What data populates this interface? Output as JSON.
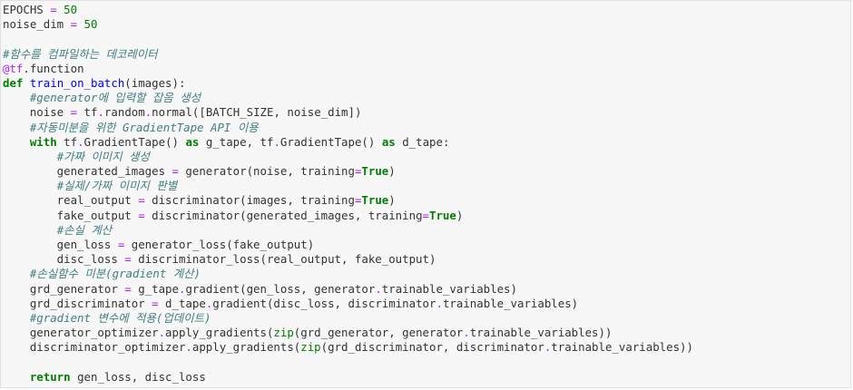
{
  "colors": {
    "keyword": "#008000",
    "number": "#008000",
    "operator": "#aa22ff",
    "comment": "#408080",
    "function_name": "#0000ff",
    "decorator": "#aa22ff",
    "builtin": "#008000",
    "text": "#333333",
    "background": "#f7f7f7"
  },
  "code_lines": [
    [
      {
        "t": "EPOCHS ",
        "k": "plain"
      },
      {
        "t": "=",
        "k": "op"
      },
      {
        "t": " ",
        "k": "plain"
      },
      {
        "t": "50",
        "k": "num"
      }
    ],
    [
      {
        "t": "noise_dim ",
        "k": "plain"
      },
      {
        "t": "=",
        "k": "op"
      },
      {
        "t": " ",
        "k": "plain"
      },
      {
        "t": "50",
        "k": "num"
      }
    ],
    [],
    [
      {
        "t": "#함수를 컴파일하는 데코레이터",
        "k": "comment"
      }
    ],
    [
      {
        "t": "@tf",
        "k": "deco"
      },
      {
        "t": ".function",
        "k": "plain"
      }
    ],
    [
      {
        "t": "def",
        "k": "kw"
      },
      {
        "t": " ",
        "k": "plain"
      },
      {
        "t": "train_on_batch",
        "k": "fn"
      },
      {
        "t": "(images):",
        "k": "plain"
      }
    ],
    [
      {
        "t": "    ",
        "k": "plain"
      },
      {
        "t": "#generator에 입력할 잡음 생성",
        "k": "comment"
      }
    ],
    [
      {
        "t": "    noise ",
        "k": "plain"
      },
      {
        "t": "=",
        "k": "op"
      },
      {
        "t": " tf",
        "k": "plain"
      },
      {
        "t": ".",
        "k": "op"
      },
      {
        "t": "random",
        "k": "plain"
      },
      {
        "t": ".",
        "k": "op"
      },
      {
        "t": "normal([BATCH_SIZE, noise_dim])",
        "k": "plain"
      }
    ],
    [
      {
        "t": "    ",
        "k": "plain"
      },
      {
        "t": "#자동미분을 위한 GradientTape API 이용",
        "k": "comment"
      }
    ],
    [
      {
        "t": "    ",
        "k": "plain"
      },
      {
        "t": "with",
        "k": "kw"
      },
      {
        "t": " tf",
        "k": "plain"
      },
      {
        "t": ".",
        "k": "op"
      },
      {
        "t": "GradientTape() ",
        "k": "plain"
      },
      {
        "t": "as",
        "k": "kw"
      },
      {
        "t": " g_tape, tf",
        "k": "plain"
      },
      {
        "t": ".",
        "k": "op"
      },
      {
        "t": "GradientTape() ",
        "k": "plain"
      },
      {
        "t": "as",
        "k": "kw"
      },
      {
        "t": " d_tape:",
        "k": "plain"
      }
    ],
    [
      {
        "t": "        ",
        "k": "plain"
      },
      {
        "t": "#가짜 이미지 생성",
        "k": "comment"
      }
    ],
    [
      {
        "t": "        generated_images ",
        "k": "plain"
      },
      {
        "t": "=",
        "k": "op"
      },
      {
        "t": " generator(noise, training",
        "k": "plain"
      },
      {
        "t": "=",
        "k": "op"
      },
      {
        "t": "True",
        "k": "kw"
      },
      {
        "t": ")",
        "k": "plain"
      }
    ],
    [
      {
        "t": "        ",
        "k": "plain"
      },
      {
        "t": "#실제/가짜 이미지 판별",
        "k": "comment"
      }
    ],
    [
      {
        "t": "        real_output ",
        "k": "plain"
      },
      {
        "t": "=",
        "k": "op"
      },
      {
        "t": " discriminator(images, training",
        "k": "plain"
      },
      {
        "t": "=",
        "k": "op"
      },
      {
        "t": "True",
        "k": "kw"
      },
      {
        "t": ")",
        "k": "plain"
      }
    ],
    [
      {
        "t": "        fake_output ",
        "k": "plain"
      },
      {
        "t": "=",
        "k": "op"
      },
      {
        "t": " discriminator(generated_images, training",
        "k": "plain"
      },
      {
        "t": "=",
        "k": "op"
      },
      {
        "t": "True",
        "k": "kw"
      },
      {
        "t": ")",
        "k": "plain"
      }
    ],
    [
      {
        "t": "        ",
        "k": "plain"
      },
      {
        "t": "#손실 계산",
        "k": "comment"
      }
    ],
    [
      {
        "t": "        gen_loss ",
        "k": "plain"
      },
      {
        "t": "=",
        "k": "op"
      },
      {
        "t": " generator_loss(fake_output)",
        "k": "plain"
      }
    ],
    [
      {
        "t": "        disc_loss ",
        "k": "plain"
      },
      {
        "t": "=",
        "k": "op"
      },
      {
        "t": " discriminator_loss(real_output, fake_output)",
        "k": "plain"
      }
    ],
    [
      {
        "t": "    ",
        "k": "plain"
      },
      {
        "t": "#손실함수 미분(gradient 계산)",
        "k": "comment"
      }
    ],
    [
      {
        "t": "    grd_generator ",
        "k": "plain"
      },
      {
        "t": "=",
        "k": "op"
      },
      {
        "t": " g_tape",
        "k": "plain"
      },
      {
        "t": ".",
        "k": "op"
      },
      {
        "t": "gradient(gen_loss, generator",
        "k": "plain"
      },
      {
        "t": ".",
        "k": "op"
      },
      {
        "t": "trainable_variables)",
        "k": "plain"
      }
    ],
    [
      {
        "t": "    grd_discriminator ",
        "k": "plain"
      },
      {
        "t": "=",
        "k": "op"
      },
      {
        "t": " d_tape",
        "k": "plain"
      },
      {
        "t": ".",
        "k": "op"
      },
      {
        "t": "gradient(disc_loss, discriminator",
        "k": "plain"
      },
      {
        "t": ".",
        "k": "op"
      },
      {
        "t": "trainable_variables)",
        "k": "plain"
      }
    ],
    [
      {
        "t": "    ",
        "k": "plain"
      },
      {
        "t": "#gradient 변수에 적용(업데이트)",
        "k": "comment"
      }
    ],
    [
      {
        "t": "    generator_optimizer",
        "k": "plain"
      },
      {
        "t": ".",
        "k": "op"
      },
      {
        "t": "apply_gradients(",
        "k": "plain"
      },
      {
        "t": "zip",
        "k": "builtin"
      },
      {
        "t": "(grd_generator, generator",
        "k": "plain"
      },
      {
        "t": ".",
        "k": "op"
      },
      {
        "t": "trainable_variables))",
        "k": "plain"
      }
    ],
    [
      {
        "t": "    discriminator_optimizer",
        "k": "plain"
      },
      {
        "t": ".",
        "k": "op"
      },
      {
        "t": "apply_gradients(",
        "k": "plain"
      },
      {
        "t": "zip",
        "k": "builtin"
      },
      {
        "t": "(grd_discriminator, discriminator",
        "k": "plain"
      },
      {
        "t": ".",
        "k": "op"
      },
      {
        "t": "trainable_variables))",
        "k": "plain"
      }
    ],
    [],
    [
      {
        "t": "    ",
        "k": "plain"
      },
      {
        "t": "return",
        "k": "kw"
      },
      {
        "t": " gen_loss, disc_loss",
        "k": "plain"
      }
    ]
  ]
}
